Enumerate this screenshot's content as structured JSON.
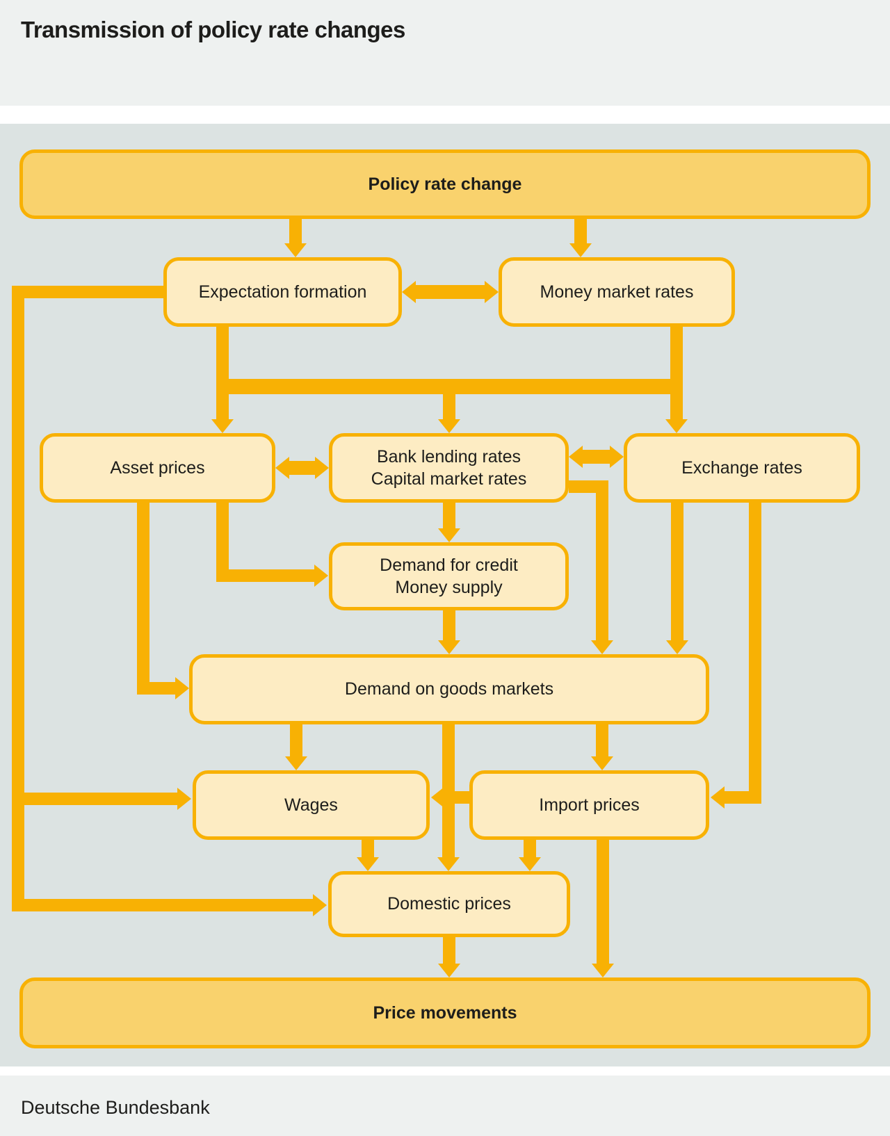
{
  "title": "Transmission of policy rate changes",
  "footer": "Deutsche Bundesbank",
  "colors": {
    "accent_orange": "#f8b104",
    "node_fill": "#fdecc3",
    "emphasis_node_fill": "#f9d26d",
    "panel_background": "#dce3e2",
    "band_background": "#eef1f0",
    "text": "#1d1d1b"
  },
  "nodes": {
    "policy": {
      "label": "Policy rate change",
      "emphasis": true
    },
    "expectation": {
      "label": "Expectation formation"
    },
    "money": {
      "label": "Money market rates"
    },
    "asset": {
      "label": "Asset prices"
    },
    "bank": {
      "label": "Bank lending rates",
      "label2": "Capital market rates"
    },
    "exchange": {
      "label": "Exchange rates"
    },
    "credit": {
      "label": "Demand for credit",
      "label2": "Money supply"
    },
    "goods": {
      "label": "Demand on goods markets"
    },
    "wages": {
      "label": "Wages"
    },
    "imports": {
      "label": "Import prices"
    },
    "domestic": {
      "label": "Domestic prices"
    },
    "price": {
      "label": "Price movements",
      "emphasis": true
    }
  },
  "edges": [
    {
      "from": "policy",
      "to": "expectation"
    },
    {
      "from": "policy",
      "to": "money"
    },
    {
      "from": "expectation",
      "to": "money",
      "bidirectional": true
    },
    {
      "from": "expectation",
      "to": "asset"
    },
    {
      "from": "expectation",
      "to": "bank"
    },
    {
      "from": "money",
      "to": "bank"
    },
    {
      "from": "money",
      "to": "exchange"
    },
    {
      "from": "asset",
      "to": "bank",
      "bidirectional": true
    },
    {
      "from": "bank",
      "to": "exchange",
      "bidirectional": true
    },
    {
      "from": "asset",
      "to": "credit"
    },
    {
      "from": "bank",
      "to": "credit"
    },
    {
      "from": "asset",
      "to": "goods"
    },
    {
      "from": "credit",
      "to": "goods"
    },
    {
      "from": "bank",
      "to": "goods"
    },
    {
      "from": "exchange",
      "to": "goods"
    },
    {
      "from": "exchange",
      "to": "imports"
    },
    {
      "from": "goods",
      "to": "wages"
    },
    {
      "from": "goods",
      "to": "imports"
    },
    {
      "from": "goods",
      "to": "domestic"
    },
    {
      "from": "imports",
      "to": "wages"
    },
    {
      "from": "expectation",
      "to": "wages"
    },
    {
      "from": "expectation",
      "to": "domestic"
    },
    {
      "from": "wages",
      "to": "domestic"
    },
    {
      "from": "imports",
      "to": "domestic"
    },
    {
      "from": "imports",
      "to": "price"
    },
    {
      "from": "domestic",
      "to": "price"
    }
  ]
}
